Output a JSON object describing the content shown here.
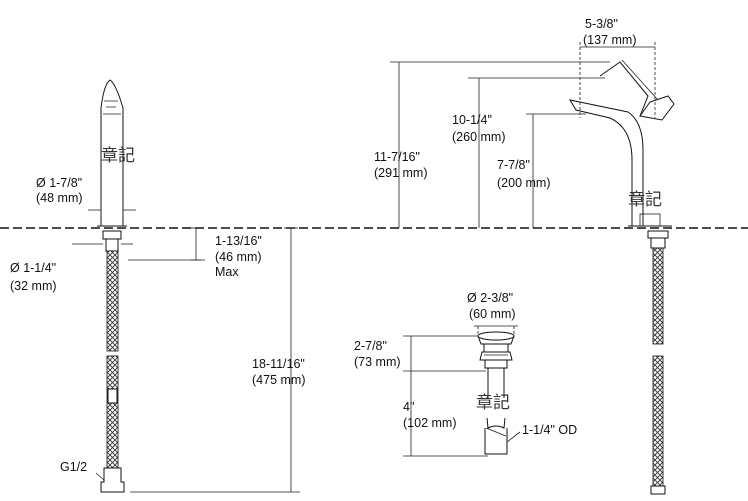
{
  "left_view": {
    "width_dim": [
      "Ø 1-7/8\"",
      "(48 mm)"
    ],
    "hole_dim": [
      "Ø 1-1/4\"",
      "(32 mm)"
    ],
    "deck_dim": [
      "1-13/16\"",
      "(46 mm)",
      "Max"
    ],
    "supply_dim": [
      "18-11/16\"",
      "(475 mm)"
    ],
    "thread_label": "G1/2"
  },
  "right_view": {
    "reach_dim": [
      "5-3/8\"",
      "(137 mm)"
    ],
    "total_height_dim": [
      "11-7/16\"",
      "(291 mm)"
    ],
    "lever_height_dim": [
      "10-1/4\"",
      "(260 mm)"
    ],
    "spout_height_dim": [
      "7-7/8\"",
      "(200 mm)"
    ]
  },
  "drain_view": {
    "flange_dim": [
      "Ø 2-3/8\"",
      "(60 mm)"
    ],
    "body_dim": [
      "2-7/8\"",
      "(73 mm)"
    ],
    "tail_dim": [
      "4\"",
      "(102 mm)"
    ],
    "od_label": "1-1/4\" OD"
  },
  "watermark": "章記"
}
